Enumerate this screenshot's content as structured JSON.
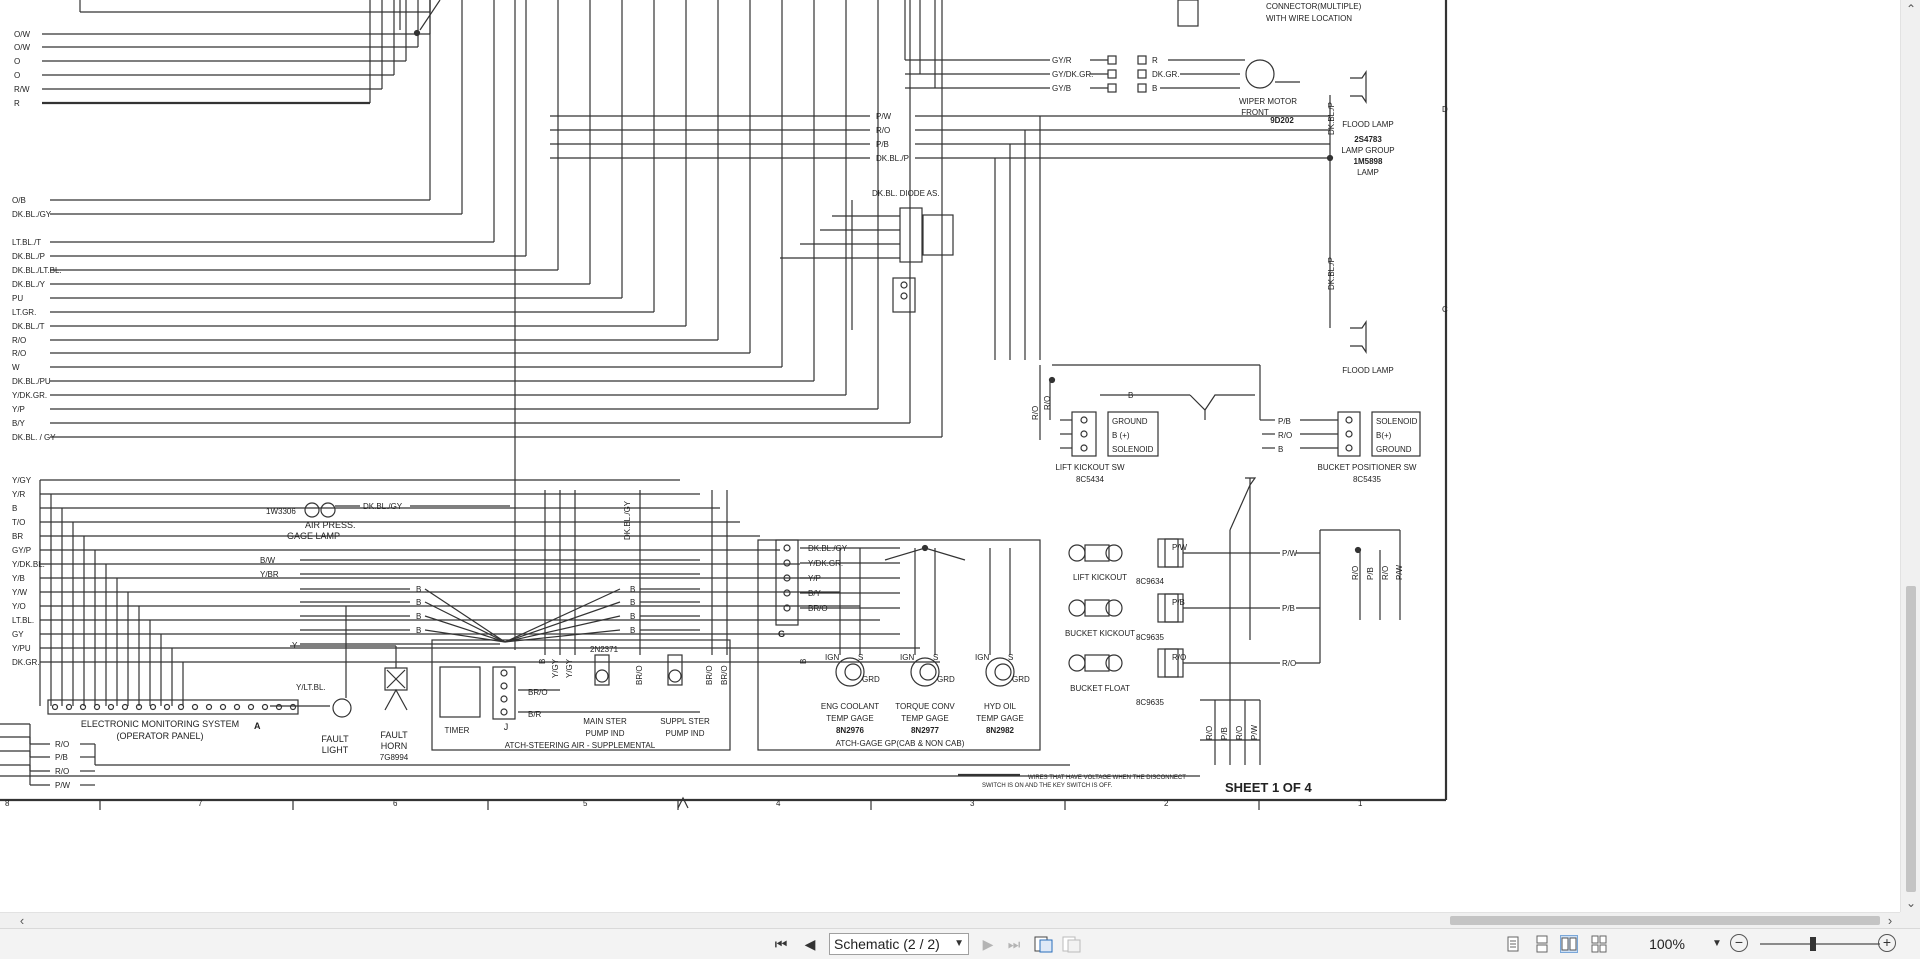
{
  "document": {
    "sheet_label": "SHEET 1 OF 4",
    "note_line1": "WIRES THAT HAVE VOLTAGE WHEN THE DISCONNECT",
    "note_line2": "SWITCH IS ON AND THE KEY SWITCH IS OFF.",
    "top_labels": {
      "connector_line1": "CONNECTOR(MULTIPLE)",
      "connector_line2": "WITH WIRE LOCATION",
      "wiper_motor": "WIPER MOTOR",
      "wiper_front": "FRONT",
      "wiper_part": "9D202",
      "flood_lamp": "FLOOD LAMP",
      "lamp_group_part": "2S4783",
      "lamp_group": "LAMP GROUP",
      "lamp_part": "1M5898",
      "lamp": "LAMP",
      "flood_lamp_2": "FLOOD LAMP",
      "diode": "DK.BL. DIODE AS."
    },
    "left_wires_top": [
      "O/W",
      "O/W",
      "O",
      "O",
      "R/W",
      "R"
    ],
    "left_wires_mid": [
      "O/B",
      "DK.BL./GY",
      "LT.BL./T",
      "DK.BL./P",
      "DK.BL./LT.BL.",
      "DK.BL./Y",
      "PU",
      "LT.GR.",
      "DK.BL./T",
      "R/O",
      "R/O",
      "W",
      "DK.BL./PU",
      "Y/DK.GR.",
      "Y/P",
      "B/Y",
      "DK.BL. / GY"
    ],
    "left_wires_low": [
      "Y/GY",
      "Y/R",
      "B",
      "T/O",
      "BR",
      "GY/P",
      "Y/DK.BL.",
      "Y/B",
      "Y/W",
      "Y/O",
      "LT.BL.",
      "GY",
      "Y/PU",
      "DK.GR."
    ],
    "left_wires_bottom": [
      "R/O",
      "P/B",
      "R/O",
      "P/W"
    ],
    "wiper_wires": [
      "GY/R",
      "GY/DK.GR.",
      "GY/B"
    ],
    "wiper_out": [
      "R",
      "DK.GR.",
      "B"
    ],
    "right_wires": [
      "P/W",
      "R/O",
      "P/B",
      "DK.BL./P"
    ],
    "lift_kickout_sw": {
      "title": "LIFT KICKOUT SW",
      "part": "8C5434",
      "pins": [
        "GROUND",
        "B (+)",
        "SOLENOID"
      ]
    },
    "bucket_positioner_sw": {
      "title": "BUCKET POSITIONER SW",
      "part": "8C5435",
      "pins": [
        "SOLENOID",
        "B(+)",
        "GROUND"
      ],
      "wires": [
        "P/B",
        "R/O",
        "B"
      ]
    },
    "lift_kickout": {
      "title": "LIFT KICKOUT",
      "part": "8C9634"
    },
    "bucket_kickout": {
      "title": "BUCKET KICKOUT",
      "part": "8C9635"
    },
    "bucket_float": {
      "title": "BUCKET FLOAT",
      "part": "8C9635"
    },
    "kickout_wires": [
      "P/W",
      "P/B",
      "R/O"
    ],
    "vertical_wire_labels": [
      "R/O",
      "P/B",
      "R/O",
      "P/W"
    ],
    "air_press": {
      "part": "1W3306",
      "line1": "AIR PRESS.",
      "line2": "GAGE LAMP",
      "wire": "DK.BL./GY",
      "wire2": "DK.BL./GY"
    },
    "ems": {
      "line1": "ELECTRONIC MONITORING SYSTEM",
      "line2": "(OPERATOR PANEL)",
      "connector": "A",
      "wire": "Y/LT.BL."
    },
    "fault_light": {
      "line1": "FAULT",
      "line2": "LIGHT"
    },
    "fault_horn": {
      "line1": "FAULT",
      "line2": "HORN",
      "part": "7G8994"
    },
    "steering": {
      "title": "ATCH-STEERING AIR - SUPPLEMENTAL",
      "timer": "TIMER",
      "conn": "J",
      "part": "2N2371",
      "main": "MAIN STER",
      "main2": "PUMP IND",
      "suppl": "SUPPL STER",
      "suppl2": "PUMP IND",
      "wires": [
        "BR/O",
        "B/R"
      ],
      "wires_v": [
        "B",
        "Y/GY",
        "Y/GY",
        "BR/O",
        "BR/O",
        "BR/O"
      ]
    },
    "mid_wires": [
      "B/W",
      "Y/BR",
      "B",
      "B",
      "B",
      "B",
      "Y"
    ],
    "mid_wires_right": [
      "B",
      "B",
      "B",
      "B"
    ],
    "gages": {
      "title": "ATCH-GAGE GP(CAB & NON CAB)",
      "conn": "G",
      "wires": [
        "DK.BL./GY",
        "Y/DK.GR.",
        "Y/P",
        "B/Y",
        "BR/O"
      ],
      "items": [
        {
          "name1": "ENG COOLANT",
          "name2": "TEMP GAGE",
          "part": "8N2976"
        },
        {
          "name1": "TORQUE CONV",
          "name2": "TEMP GAGE",
          "part": "8N2977"
        },
        {
          "name1": "HYD OIL",
          "name2": "TEMP GAGE",
          "part": "8N2982"
        }
      ],
      "pins": [
        "IGN",
        "S",
        "GRD"
      ]
    },
    "ruler": [
      "8",
      "7",
      "6",
      "5",
      "4",
      "3",
      "2",
      "1"
    ],
    "side_marks": [
      "D",
      "C"
    ]
  },
  "toolbar": {
    "first_page": "first-page-icon",
    "prev_page": "prev-page-icon",
    "page_select": "Schematic (2 / 2)",
    "next_page": "next-page-icon",
    "last_page": "last-page-icon",
    "zoom": "100%"
  }
}
